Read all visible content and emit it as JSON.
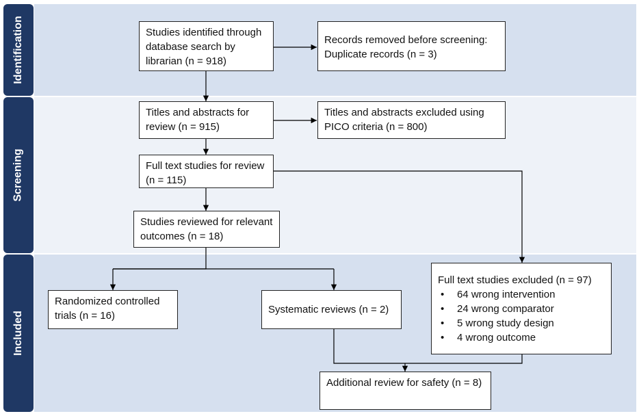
{
  "phases": {
    "identification": "Identification",
    "screening": "Screening",
    "included": "Included"
  },
  "boxes": {
    "identified": "Studies identified through database search by librarian (n = 918)",
    "removed_line1": "Records removed before screening:",
    "removed_line2": "Duplicate records (n = 3)",
    "titles_review": "Titles and abstracts for review (n = 915)",
    "titles_excluded": "Titles and abstracts excluded using PICO criteria (n = 800)",
    "fulltext_review": "Full text studies for review (n = 115)",
    "outcomes_review": "Studies reviewed for relevant outcomes (n = 18)",
    "rct": "Randomized controlled trials (n = 16)",
    "systematic": "Systematic reviews (n = 2)",
    "safety": "Additional review for safety (n = 8)",
    "excluded_title": "Full text studies excluded (n = 97)",
    "excluded_reasons": [
      "64 wrong intervention",
      "24 wrong comparator",
      "5 wrong study design",
      "4 wrong outcome"
    ]
  }
}
